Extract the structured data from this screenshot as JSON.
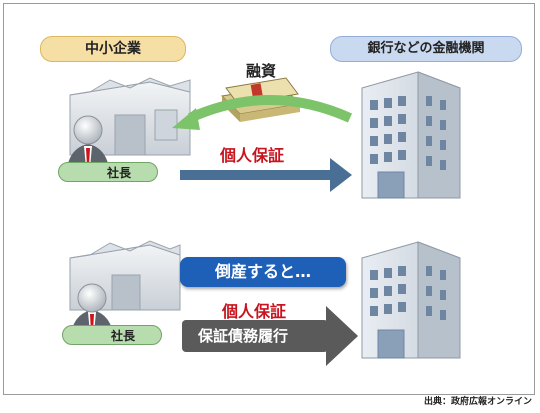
{
  "top": {
    "company_label": "中小企業",
    "bank_label": "銀行などの金融機関",
    "loan_label": "融資",
    "guarantee_label": "個人保証",
    "president_label": "社長"
  },
  "bottom": {
    "bankruptcy_label": "倒産すると…",
    "guarantee_label": "個人保証",
    "performance_label": "保証債務履行",
    "president_label": "社長"
  },
  "source": "出典：政府広報オンライン",
  "colors": {
    "red_text": "#c8141e",
    "green_arrow": "#7dc36a",
    "blue_arrow": "#4a6f95",
    "gray_arrow": "#5a5a5a",
    "bubble_blue": "#1e5fb8"
  }
}
